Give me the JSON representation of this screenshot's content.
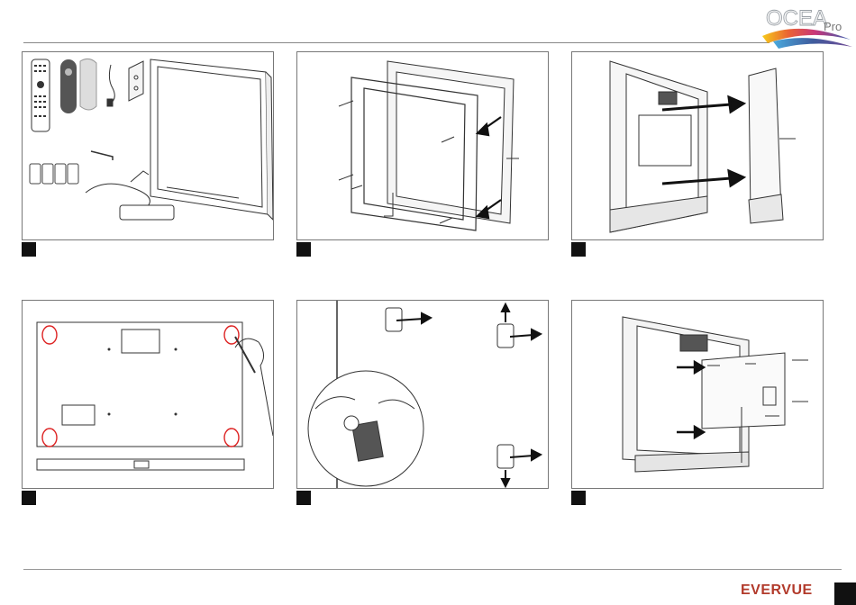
{
  "header": {
    "product_logo_text": "OCEA",
    "product_logo_suffix": "Pro"
  },
  "panels": [
    {
      "name": "package-contents"
    },
    {
      "name": "remove-front-frame"
    },
    {
      "name": "detach-wall-bracket"
    },
    {
      "name": "mark-drill-holes"
    },
    {
      "name": "attach-adhesive-pads"
    },
    {
      "name": "mount-bracket-screws"
    }
  ],
  "footer": {
    "brand_text": "EVERVUE"
  }
}
